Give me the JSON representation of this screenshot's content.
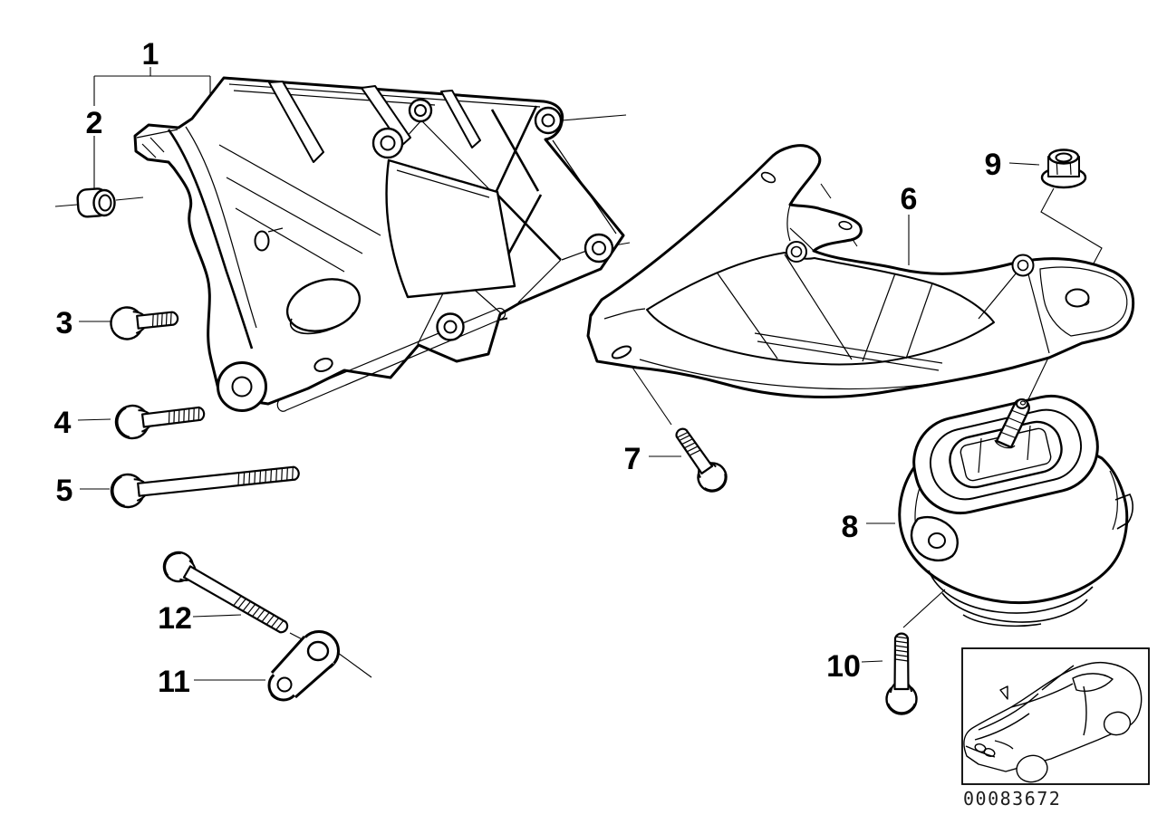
{
  "diagram": {
    "type": "exploded-parts-diagram",
    "colors": {
      "line": "#000000",
      "background": "#ffffff"
    },
    "image_number": "00083672",
    "callouts": [
      {
        "label": "1"
      },
      {
        "label": "2"
      },
      {
        "label": "3"
      },
      {
        "label": "4"
      },
      {
        "label": "5"
      },
      {
        "label": "6"
      },
      {
        "label": "7"
      },
      {
        "label": "8"
      },
      {
        "label": "9"
      },
      {
        "label": "10"
      },
      {
        "label": "11"
      },
      {
        "label": "12"
      }
    ]
  }
}
